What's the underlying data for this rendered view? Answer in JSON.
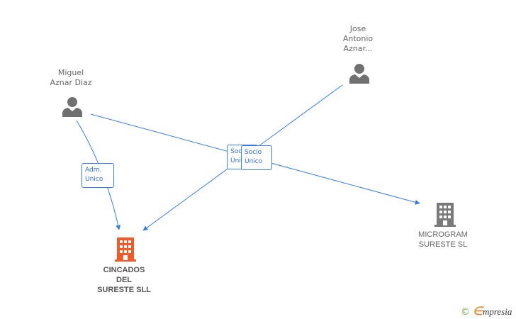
{
  "people": [
    {
      "id": "miguel",
      "label": "Miguel\nAznar Diaz",
      "icon": "person-icon"
    },
    {
      "id": "jose",
      "label": "Jose\nAntonio\nAznar...",
      "icon": "person-icon"
    }
  ],
  "companies": [
    {
      "id": "cincados",
      "label": "CINCADOS\nDEL\nSURESTE SLL",
      "icon": "building-icon",
      "color": "#f05a28"
    },
    {
      "id": "microgram",
      "label": "MICROGRAM\nSURESTE SL",
      "icon": "building-icon",
      "color": "#7a7a7a"
    }
  ],
  "edges": [
    {
      "from": "miguel",
      "to": "cincados",
      "label": "Adm.\nUnico"
    },
    {
      "from": "miguel",
      "to": "microgram",
      "label": "Socio\nÚnico"
    },
    {
      "from": "jose",
      "to": "cincados",
      "label": "Socio\nÚnico"
    }
  ],
  "colors": {
    "edge": "#3b7dd8",
    "person": "#707070"
  },
  "brand": {
    "copyright": "©",
    "e": "∈",
    "name": "mpresia"
  }
}
